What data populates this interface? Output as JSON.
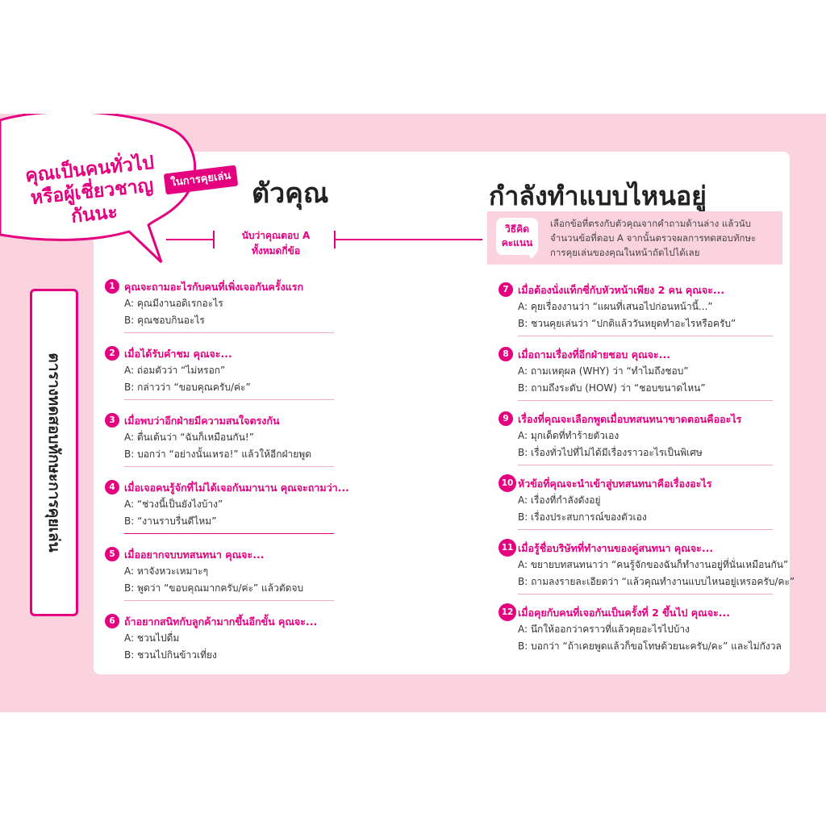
{
  "bubble": {
    "line1": "คุณเป็นคนทั่วไป",
    "line2": "หรือผู้เชี่ยวชาญ",
    "line3": "กันนะ",
    "tag": "ในการคุยเล่น"
  },
  "titles": {
    "left": "ตัวคุณ",
    "right": "กำลังทำแบบไหนอยู่"
  },
  "count_note": {
    "line1": "นับว่าคุณตอบ A",
    "line2": "ทั้งหมดกี่ข้อ"
  },
  "method": {
    "badge_line1": "วิธีคิด",
    "badge_line2": "คะแนน",
    "line1": "เลือกข้อที่ตรงกับตัวคุณจากคำถามด้านล่าง แล้วนับ",
    "line2": "จำนวนข้อที่ตอบ A จากนั้นตรวจผลการทดสอบทักษะ",
    "line3": "การคุยเล่นของคุณในหน้าถัดไปได้เลย"
  },
  "side_tab": "ตารางทดสอบทักษะการคุยเล่น",
  "questions_left": [
    {
      "num": "1",
      "title": "คุณจะถามอะไรกับคนที่เพิ่งเจอกันครั้งแรก",
      "a": "A: คุณมีงานอดิเรกอะไร",
      "b": "B: คุณชอบกินอะไร"
    },
    {
      "num": "2",
      "title": "เมื่อได้รับคำชม คุณจะ...",
      "a": "A: ถ่อมตัวว่า “ไม่หรอก”",
      "b": "B: กล่าวว่า “ขอบคุณครับ/ค่ะ”"
    },
    {
      "num": "3",
      "title": "เมื่อพบว่าอีกฝ่ายมีความสนใจตรงกัน",
      "a": "A: ตื่นเต้นว่า “ฉันก็เหมือนกัน!”",
      "b": "B: บอกว่า “อย่างนั้นเหรอ!” แล้วให้อีกฝ่ายพูด"
    },
    {
      "num": "4",
      "title": "เมื่อเจอคนรู้จักที่ไม่ได้เจอกันมานาน คุณจะถามว่า...",
      "a": "A: “ช่วงนี้เป็นยังไงบ้าง”",
      "b": "B: “งานราบรื่นดีไหม”"
    },
    {
      "num": "5",
      "title": "เมื่ออยากจบบทสนทนา คุณจะ...",
      "a": "A: หาจังหวะเหมาะๆ",
      "b": "B: พูดว่า “ขอบคุณมากครับ/ค่ะ” แล้วตัดจบ"
    },
    {
      "num": "6",
      "title": "ถ้าอยากสนิทกับลูกค้ามากขึ้นอีกขั้น คุณจะ...",
      "a": "A: ชวนไปดื่ม",
      "b": "B: ชวนไปกินข้าวเที่ยง"
    }
  ],
  "questions_right": [
    {
      "num": "7",
      "title": "เมื่อต้องนั่งแท็กซี่กับหัวหน้าเพียง 2 คน คุณจะ...",
      "a": "A: คุยเรื่องงานว่า “แผนที่เสนอไปก่อนหน้านี้...”",
      "b": "B: ชวนคุยเล่นว่า “ปกติแล้ววันหยุดทำอะไรหรือครับ”"
    },
    {
      "num": "8",
      "title": "เมื่อถามเรื่องที่อีกฝ่ายชอบ คุณจะ...",
      "a": "A: ถามเหตุผล (WHY) ว่า “ทำไมถึงชอบ”",
      "b": "B: ถามถึงระดับ (HOW) ว่า “ชอบขนาดไหน”"
    },
    {
      "num": "9",
      "title": "เรื่องที่คุณจะเลือกพูดเมื่อบทสนทนาขาดตอนคืออะไร",
      "a": "A: มุกเด็ดที่ทำร้ายตัวเอง",
      "b": "B: เรื่องทั่วไปที่ไม่ได้มีเรื่องราวอะไรเป็นพิเศษ"
    },
    {
      "num": "10",
      "title": "หัวข้อที่คุณจะนำเข้าสู่บทสนทนาคือเรื่องอะไร",
      "a": "A: เรื่องที่กำลังดังอยู่",
      "b": "B: เรื่องประสบการณ์ของตัวเอง"
    },
    {
      "num": "11",
      "title": "เมื่อรู้ชื่อบริษัทที่ทำงานของคู่สนทนา คุณจะ...",
      "a": "A: ขยายบทสนทนาว่า “คนรู้จักของฉันก็ทำงานอยู่ที่นั่นเหมือนกัน”",
      "b": "B: ถามลงรายละเอียดว่า “แล้วคุณทำงานแบบไหนอยู่เหรอครับ/คะ”"
    },
    {
      "num": "12",
      "title": "เมื่อคุยกับคนที่เจอกันเป็นครั้งที่ 2 ขึ้นไป คุณจะ...",
      "a": "A: นึกให้ออกว่าคราวที่แล้วคุยอะไรไปบ้าง",
      "b": "B: บอกว่า “ถ้าเคยพูดแล้วก็ขอโทษด้วยนะครับ/คะ” และไม่กังวล"
    }
  ],
  "colors": {
    "accent": "#e4007f",
    "band": "#fbd3df",
    "divider": "#f2a8c8"
  }
}
